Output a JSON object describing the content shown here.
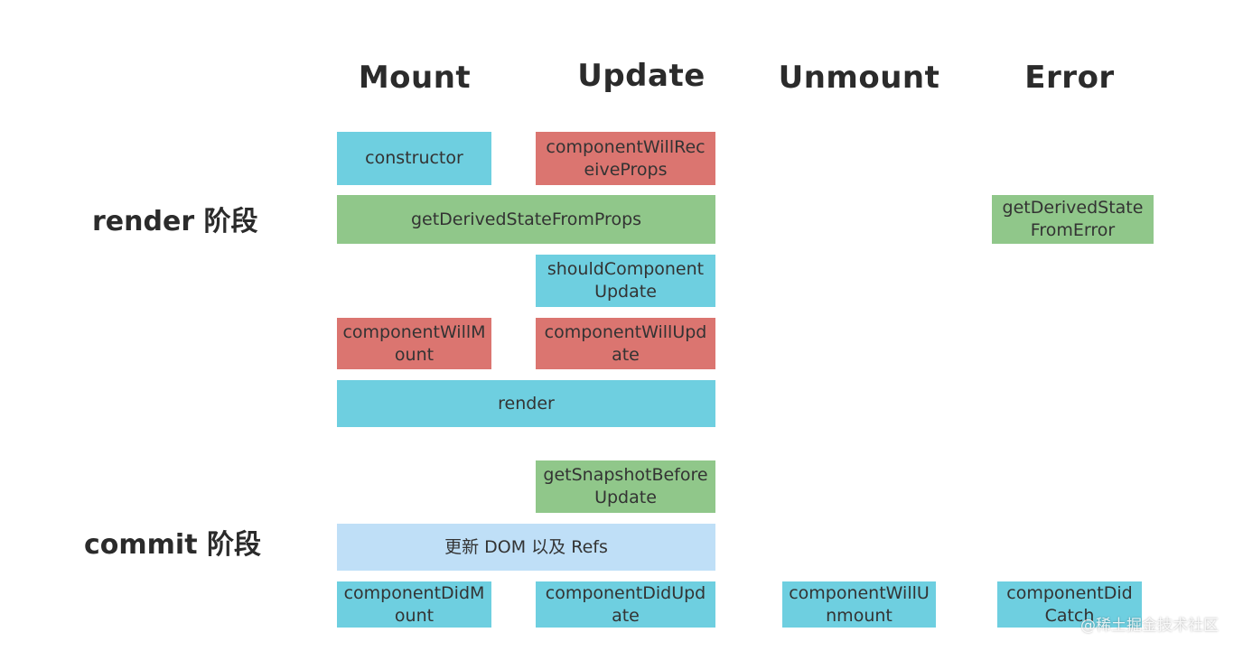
{
  "columns": {
    "mount": "Mount",
    "update": "Update",
    "unmount": "Unmount",
    "error": "Error"
  },
  "phases": {
    "render": "render 阶段",
    "commit": "commit 阶段"
  },
  "boxes": {
    "constructor": "constructor",
    "componentWillReceiveProps": "componentWillReceiveProps",
    "getDerivedStateFromProps": "getDerivedStateFromProps",
    "getDerivedStateFromError": "getDerivedStateFromError",
    "shouldComponentUpdate": "shouldComponentUpdate",
    "componentWillMount": "componentWillMount",
    "componentWillUpdate": "componentWillUpdate",
    "render": "render",
    "getSnapshotBeforeUpdate": "getSnapshotBeforeUpdate",
    "updateDom": "更新 DOM 以及 Refs",
    "componentDidMount": "componentDidMount",
    "componentDidUpdate": "componentDidUpdate",
    "componentWillUnmount": "componentWillUnmount",
    "componentDidCatch": "componentDidCatch"
  },
  "colors": {
    "blue": "#6ecfe0",
    "red": "#db7570",
    "green": "#90c78a",
    "light_blue": "#bfdff7"
  },
  "watermark": "@稀土掘金技术社区"
}
